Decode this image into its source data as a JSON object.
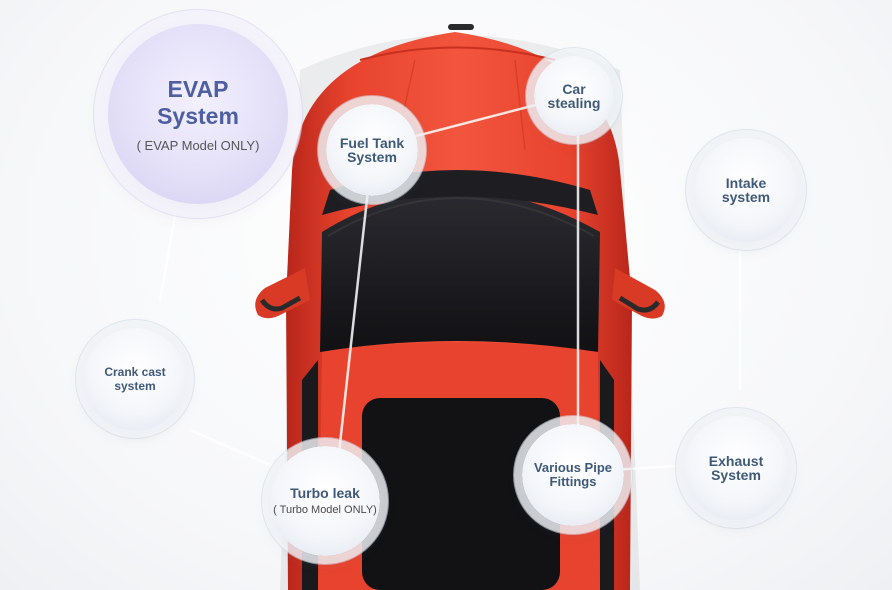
{
  "features": {
    "evap": {
      "title_line1": "EVAP",
      "title_line2": "System",
      "note": "( EVAP Model ONLY)"
    },
    "fuel_tank": {
      "line1": "Fuel Tank",
      "line2": "System"
    },
    "car_stealing": {
      "line1": "Car",
      "line2": "stealing"
    },
    "intake": {
      "line1": "Intake",
      "line2": "system"
    },
    "crank_case": {
      "line1": "Crank cast",
      "line2": "system"
    },
    "turbo_leak": {
      "line1": "Turbo leak",
      "note": "( Turbo Model ONLY)"
    },
    "pipe_fittings": {
      "line1": "Various Pipe",
      "line2": "Fittings"
    },
    "exhaust": {
      "line1": "Exhaust",
      "line2": "System"
    }
  },
  "colors": {
    "car_body": "#e8432e",
    "glass": "#1b1b1f",
    "label_text": "#3f5a78",
    "evap_title": "#4d5fa0"
  }
}
